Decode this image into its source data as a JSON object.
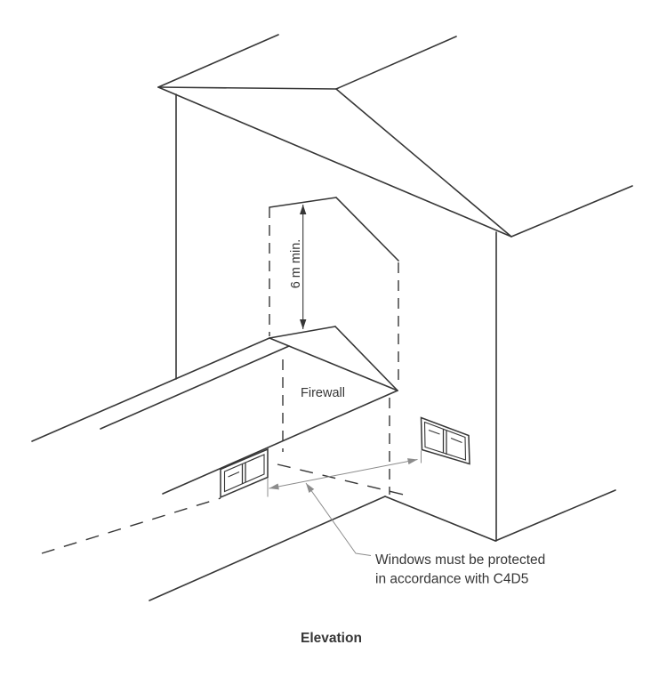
{
  "diagram": {
    "type": "technical-elevation-drawing",
    "labels": {
      "firewall": "Firewall",
      "height_dimension": "6 m min.",
      "window_note_line1": "Windows must be protected",
      "window_note_line2": "in accordance with C4D5",
      "caption": "Elevation"
    },
    "colors": {
      "line": "#363636",
      "thin_line": "#8c8c8c",
      "text": "#363636",
      "background": "#ffffff"
    }
  }
}
